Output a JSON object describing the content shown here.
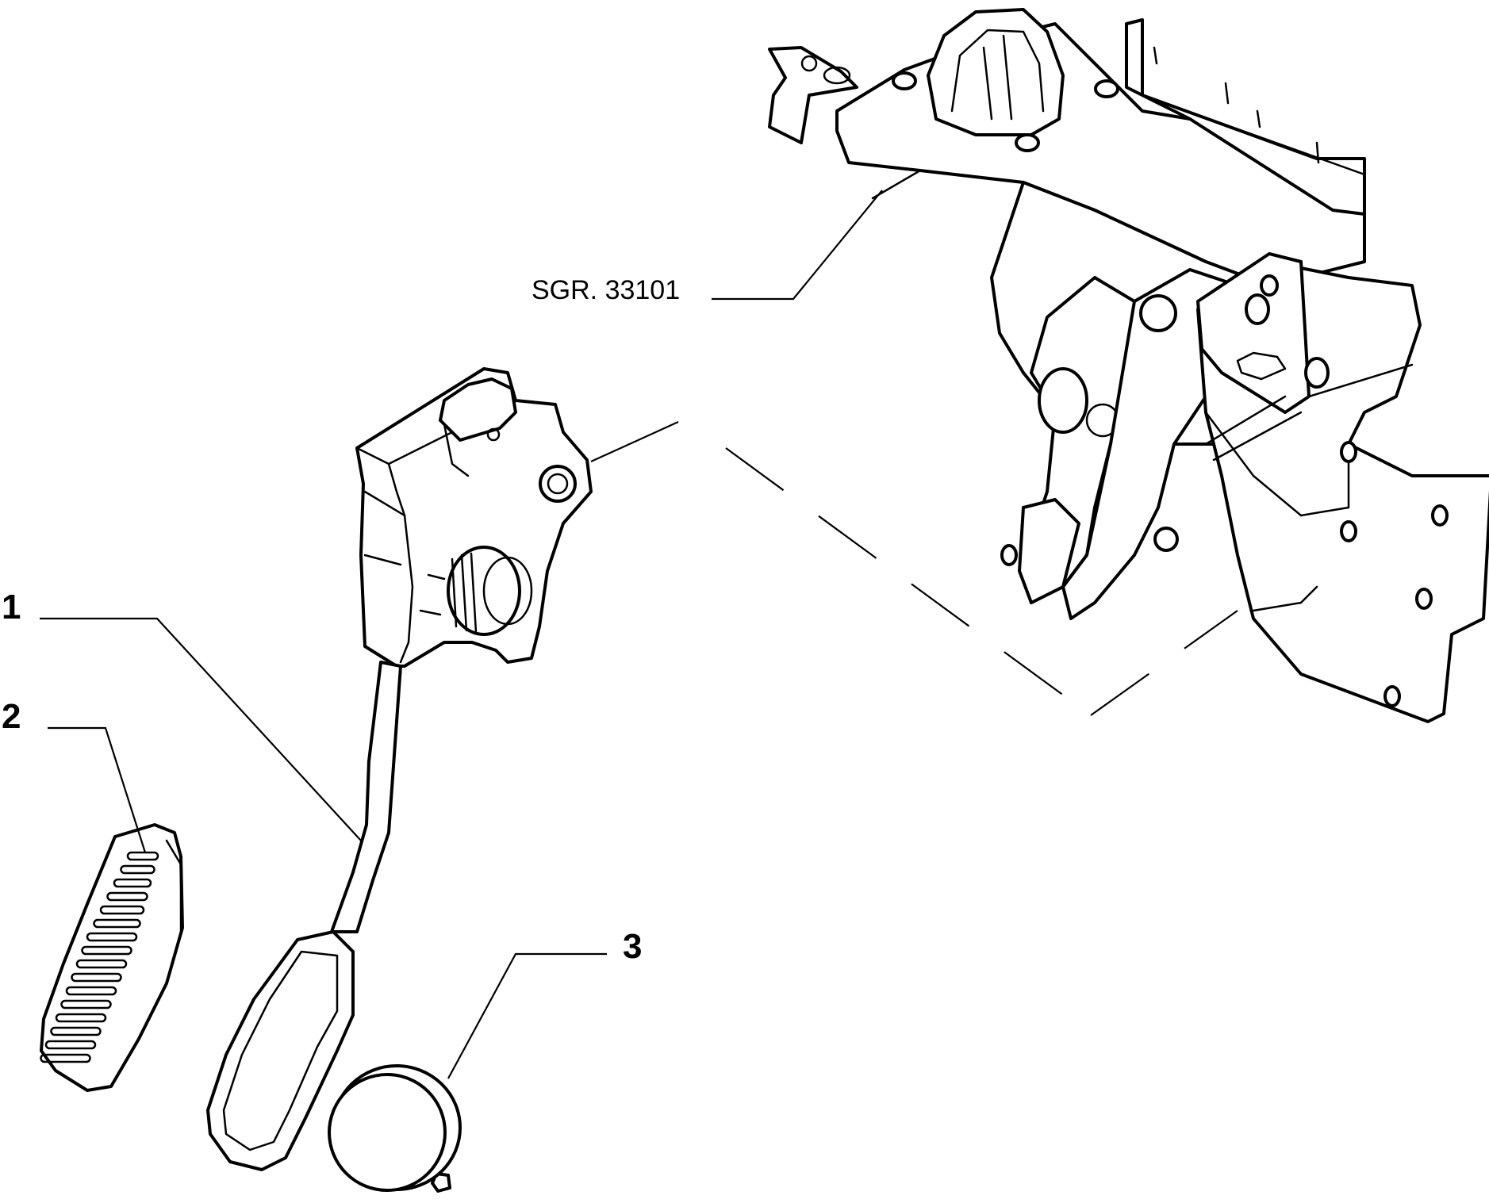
{
  "diagram": {
    "reference_label": "SGR. 33101",
    "callouts": [
      {
        "id": "1",
        "label": "1"
      },
      {
        "id": "2",
        "label": "2"
      },
      {
        "id": "3",
        "label": "3"
      }
    ]
  },
  "colors": {
    "line": "#000000",
    "background": "#ffffff"
  }
}
